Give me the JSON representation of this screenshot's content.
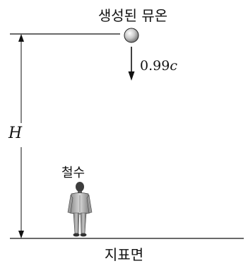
{
  "labels": {
    "muon": "생성된 뮤온",
    "speed_value": "0.99",
    "speed_unit": "c",
    "height": "H",
    "person": "철수",
    "ground": "지표면"
  }
}
